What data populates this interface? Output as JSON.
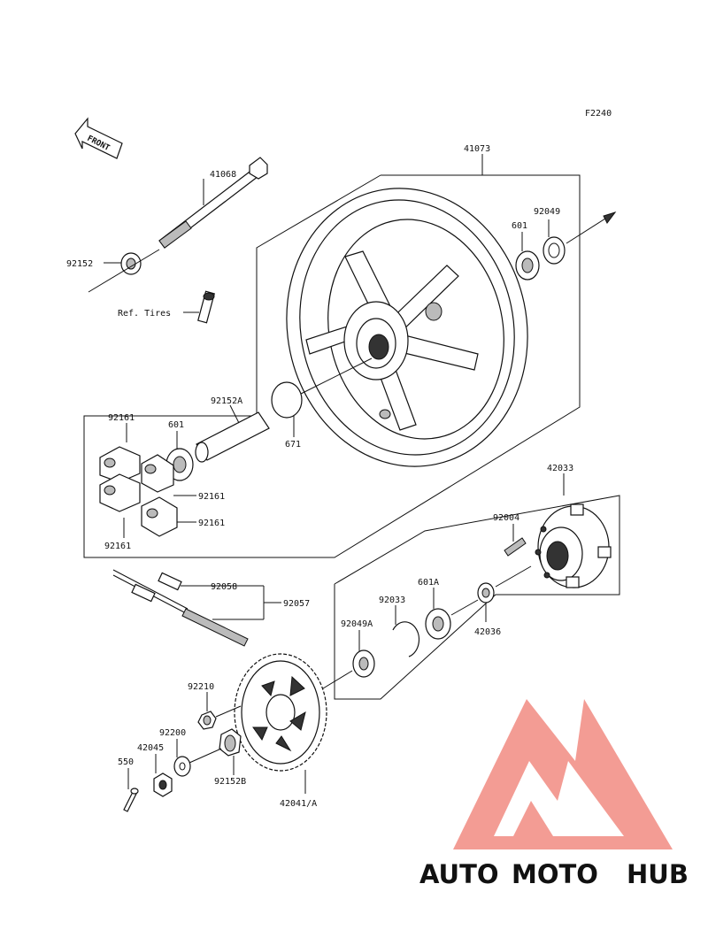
{
  "figure_code": "F2240",
  "front_label": "FRONT",
  "labels": {
    "p41073": "41073",
    "p41068": "41068",
    "p92152": "92152",
    "ref_tires": "Ref. Tires",
    "p601_top": "601",
    "p92049": "92049",
    "p92152A": "92152A",
    "p671": "671",
    "p92161_a": "92161",
    "p601_left": "601",
    "p92161_b": "92161",
    "p92161_c": "92161",
    "p92161_d": "92161",
    "p42033": "42033",
    "p92004": "92004",
    "p92058": "92058",
    "p92057": "92057",
    "p92033": "92033",
    "p601A": "601A",
    "p92049A": "92049A",
    "p42036": "42036",
    "p92210": "92210",
    "p92200": "92200",
    "p42045": "42045",
    "p550": "550",
    "p92152B": "92152B",
    "p42041A": "42041/A"
  },
  "watermark": {
    "part1": "AUTO",
    "part2": "MOTO",
    "part3": "HUB",
    "colors": {
      "auto": "#f6b26b",
      "moto": "#f08a84",
      "hub": "#8c8c8c",
      "logo": "#f28b82"
    }
  }
}
